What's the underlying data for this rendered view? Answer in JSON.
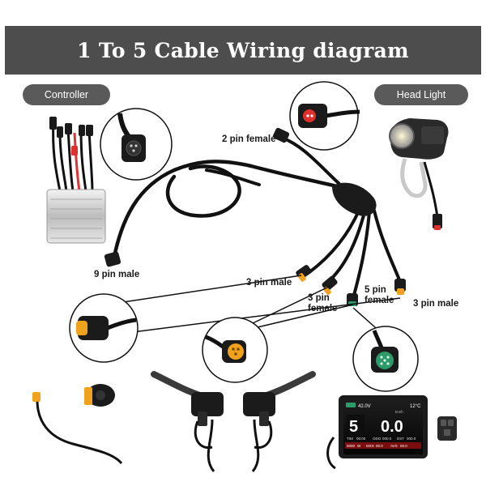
{
  "title": "1 To 5 Cable Wiring diagram",
  "tags": {
    "controller": "Controller",
    "headlight": "Head Light"
  },
  "connectors": {
    "nine_pin_male": "9 pin male",
    "two_pin_female": "2 pin female",
    "three_pin_male_left": "3 pin male",
    "three_pin_female": "3 pin female",
    "five_pin_female": "5 pin female",
    "three_pin_male_right": "3 pin male"
  },
  "display": {
    "voltage": "42.0V",
    "temperature": "12°C",
    "unit": "km/h",
    "speed": "0.0",
    "level": "5",
    "odo_value": "000.0",
    "dst_value": "000.0",
    "odo_label": "ODO",
    "dst_label": "DST",
    "tm_label": "TIM",
    "tm_value": "00:00",
    "mxs_label": "MXS",
    "mxs_value": "00.0",
    "avs_label": "AVS",
    "avs_value": "00.0",
    "power_value": "0000",
    "power_unit": "W"
  },
  "colors": {
    "banner": "#4d4d4d",
    "pill": "#5a5a5a",
    "cable": "#111111",
    "connector_yellow": "#f0a21c",
    "connector_green": "#2d9a6a",
    "connector_red": "#e0302e"
  }
}
